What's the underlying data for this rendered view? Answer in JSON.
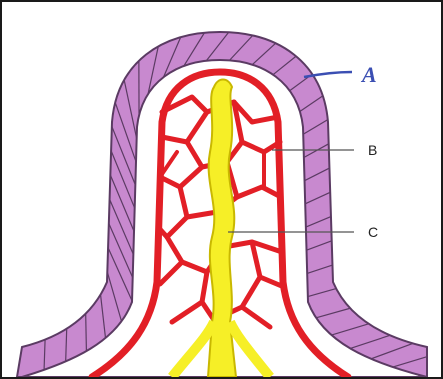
{
  "labels": {
    "a": "A",
    "b": "B",
    "c": "C"
  },
  "colors": {
    "epithelium": "#c889cf",
    "epithelium_outline": "#5b3b63",
    "capillary": "#e21f26",
    "lacteal": "#f6ef27",
    "lacteal_outline": "#c9b800",
    "pointer_line": "#555555",
    "hand_label": "#3b4fb3"
  },
  "parts": [
    {
      "name": "epithelium-layer",
      "color_key": "epithelium"
    },
    {
      "name": "capillary-network",
      "color_key": "capillary"
    },
    {
      "name": "lacteal",
      "color_key": "lacteal"
    }
  ]
}
